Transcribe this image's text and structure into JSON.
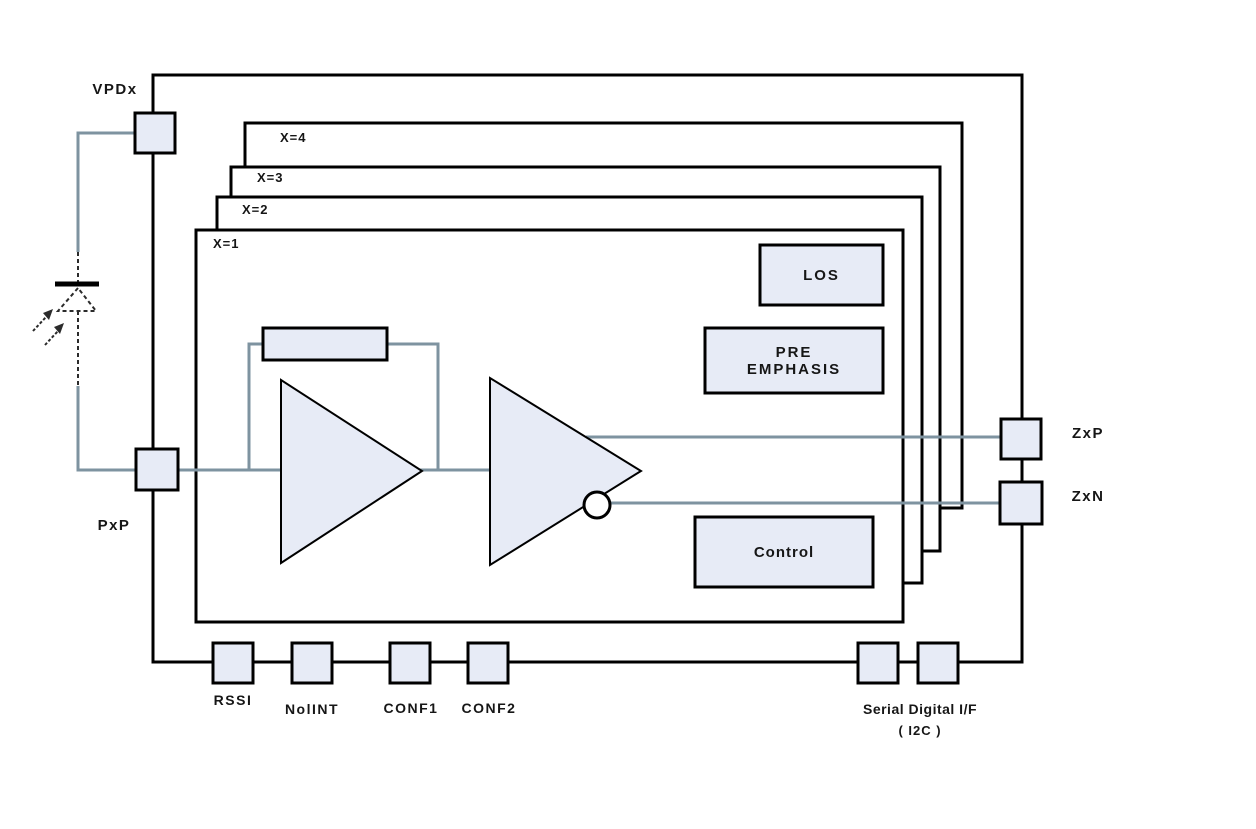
{
  "colors": {
    "background": "#ffffff",
    "block_fill": "#e7ebf6",
    "wire": "#7e93a0",
    "line": "#000000"
  },
  "channels": [
    {
      "label": "X=1"
    },
    {
      "label": "X=2"
    },
    {
      "label": "X=3"
    },
    {
      "label": "X=4"
    }
  ],
  "blocks": {
    "los": "LOS",
    "pre_emphasis": "PRE EMPHASIS",
    "control": "Control"
  },
  "pins": {
    "vpdx": "VPDx",
    "pxp": "PxP",
    "zxp": "ZxP",
    "zxn": "ZxN",
    "rssi": "RSSI",
    "los_int": "NolINT",
    "conf1": "CONF1",
    "conf2": "CONF2",
    "serial_digital_if": "Serial Digital I/F",
    "serial_digital_if_sub": "( I2C )"
  }
}
